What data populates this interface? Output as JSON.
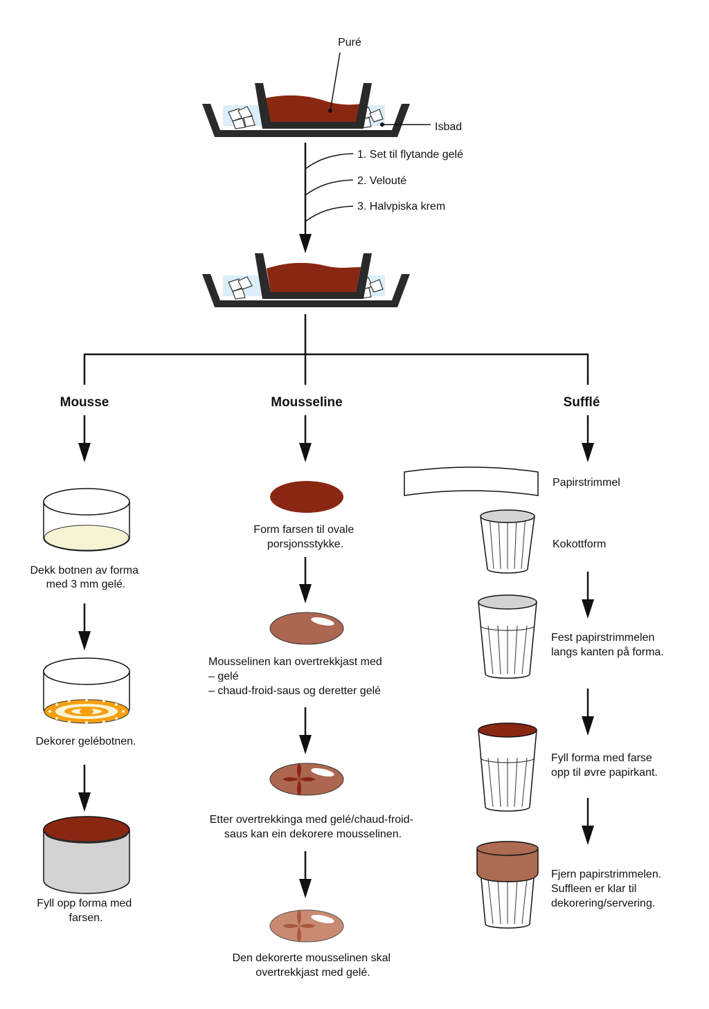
{
  "colors": {
    "puree": "#8a2712",
    "ice_water": "#dbeef9",
    "gel_cream": "#f7f4d6",
    "deco_orange": "#f5a011",
    "mousseline_glazed": "#ad6650",
    "mousseline_final": "#c98a72",
    "souffle_top": "#ac6b52",
    "gray_fill": "#d3d3d3"
  },
  "top": {
    "puree_label": "Puré",
    "icebath_label": "Isbad",
    "steps": [
      "1. Set til flytande gelé",
      "2. Velouté",
      "3. Halvpiska krem"
    ]
  },
  "columns": {
    "mousse": {
      "title": "Mousse",
      "steps": [
        [
          "Dekk botnen av forma",
          "med 3 mm gelé."
        ],
        [
          "Dekorer gelébotnen."
        ],
        [
          "Fyll opp forma med",
          "farsen."
        ]
      ]
    },
    "mousseline": {
      "title": "Mousseline",
      "steps": [
        [
          "Form farsen til ovale",
          "porsjonsstykke."
        ],
        [
          "Mousselinen kan overtrekkjast med",
          "– gelé",
          "– chaud-froid-saus og deretter gelé"
        ],
        [
          "Etter overtrekkinga med gelé/chaud-froid-",
          "saus kan ein dekorere mousselinen."
        ],
        [
          "Den dekorerte mousselinen skal",
          "overtrekkjast med gelé."
        ]
      ]
    },
    "souffle": {
      "title": "Sufflé",
      "steps": [
        [
          "Papirstrimmel"
        ],
        [
          "Kokottform"
        ],
        [
          "Fest papirstrimmelen",
          "langs kanten på forma."
        ],
        [
          "Fyll forma med farse",
          "opp til øvre papirkant."
        ],
        [
          "Fjern papirstrimmelen.",
          "Suffleen er klar til",
          "dekorering/servering."
        ]
      ]
    }
  }
}
